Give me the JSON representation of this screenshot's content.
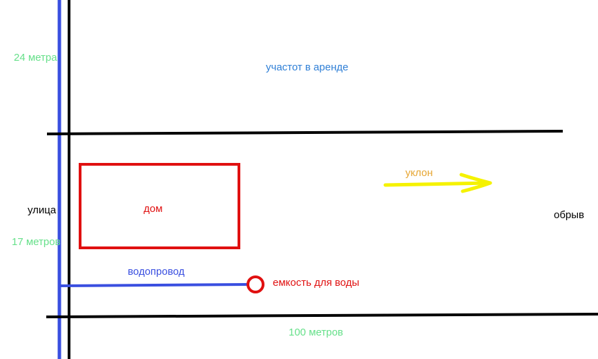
{
  "labels": {
    "width_top": "24 метра",
    "rented_plot": "участот в аренде",
    "slope": "уклон",
    "street": "улица",
    "house": "дом",
    "cliff": "обрыв",
    "width_bottom": "17 метров",
    "water_pipe": "водопровод",
    "water_tank": "емкость для воды",
    "length": "100 метров"
  },
  "colors": {
    "dimension_text": "#66e08a",
    "rented_text": "#2f7fd6",
    "slope": "#f5f200",
    "slope_text": "#e6a531",
    "house": "#e01010",
    "pipe": "#3a4fe0",
    "tank": "#e01010",
    "boundary": "#000000",
    "street_text": "#000000"
  }
}
